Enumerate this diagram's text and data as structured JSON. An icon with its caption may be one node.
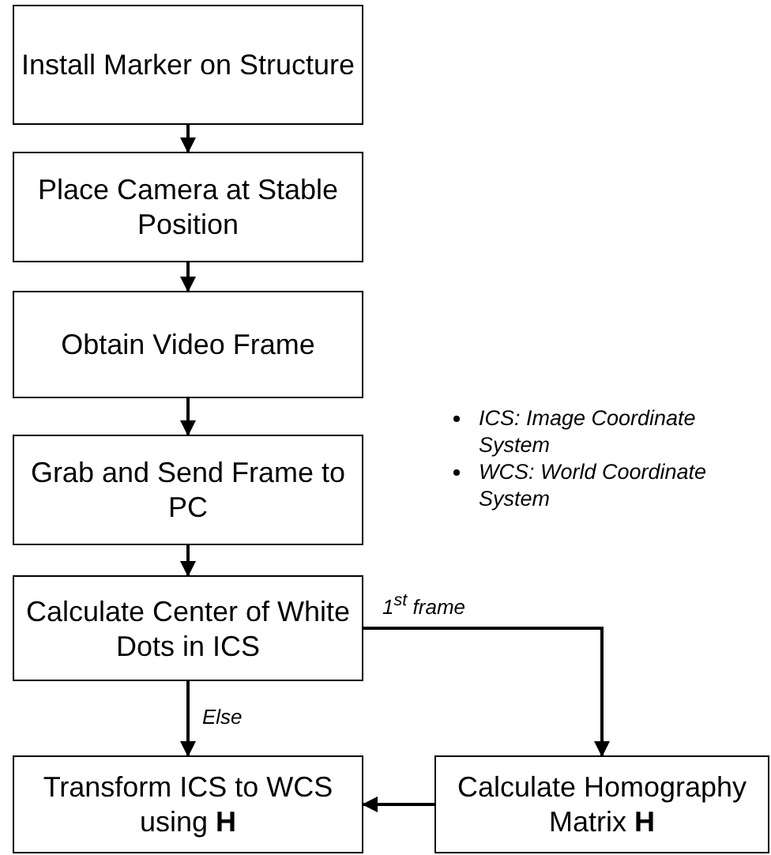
{
  "diagram": {
    "nodes": [
      {
        "text": [
          "Install Marker on Structure"
        ]
      },
      {
        "text": [
          "Place Camera at Stable Position"
        ]
      },
      {
        "text": [
          "Obtain Video Frame"
        ]
      },
      {
        "text": [
          "Grab and Send Frame to PC"
        ]
      },
      {
        "text": [
          "Calculate Center of White Dots in ICS"
        ]
      },
      {
        "text": [
          "Transform ICS to WCS using **H**"
        ]
      },
      {
        "text": [
          "Calculate Homography Matrix **H**"
        ]
      }
    ],
    "edges": [
      {
        "from": 0,
        "to": 1,
        "arrow": "to"
      },
      {
        "from": 1,
        "to": 2,
        "arrow": "to"
      },
      {
        "from": 2,
        "to": 3,
        "arrow": "to"
      },
      {
        "from": 3,
        "to": 4,
        "arrow": "to"
      },
      {
        "from": 4,
        "to": 5,
        "arrow": "to",
        "label": "Else"
      },
      {
        "from": 4,
        "to": 6,
        "arrow": "to",
        "label": "1$^{st}$ frame"
      },
      {
        "from": 6,
        "to": 5,
        "arrow": "to"
      }
    ],
    "labels": [
      "ICS: Image Coordinate System",
      "WCS: World Coordinate System"
    ]
  }
}
